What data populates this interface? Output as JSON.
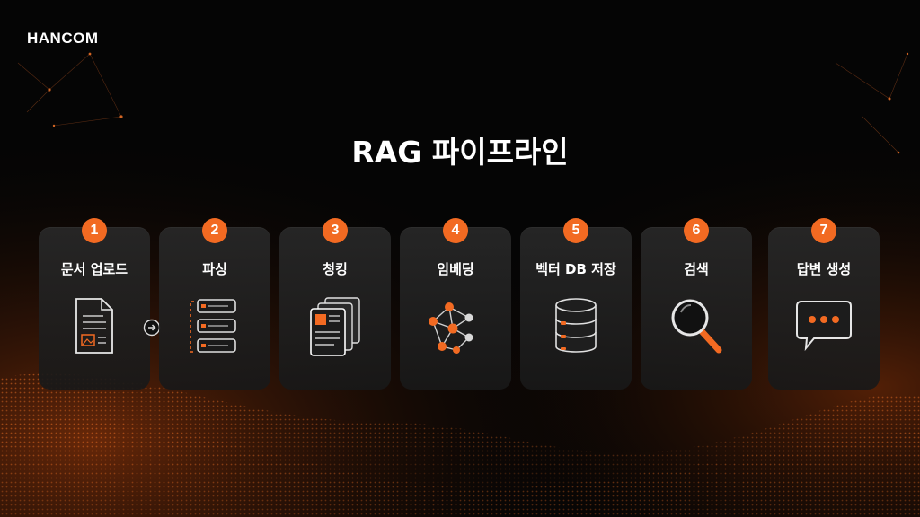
{
  "brand": {
    "logo": "HANCOM"
  },
  "title": "RAG 파이프라인",
  "steps": [
    {
      "number": "1",
      "label": "문서 업로드",
      "icon": "document-icon"
    },
    {
      "number": "2",
      "label": "파싱",
      "icon": "parsing-icon"
    },
    {
      "number": "3",
      "label": "청킹",
      "icon": "chunks-icon"
    },
    {
      "number": "4",
      "label": "임베딩",
      "icon": "network-icon"
    },
    {
      "number": "5",
      "label": "벡터 DB 저장",
      "icon": "database-icon"
    },
    {
      "number": "6",
      "label": "검색",
      "icon": "magnifier-icon"
    },
    {
      "number": "7",
      "label": "답변 생성",
      "icon": "chat-bubble-icon"
    }
  ],
  "colors": {
    "accent": "#f26a22",
    "background": "#050505",
    "card": "#222222",
    "text": "#ffffff"
  }
}
